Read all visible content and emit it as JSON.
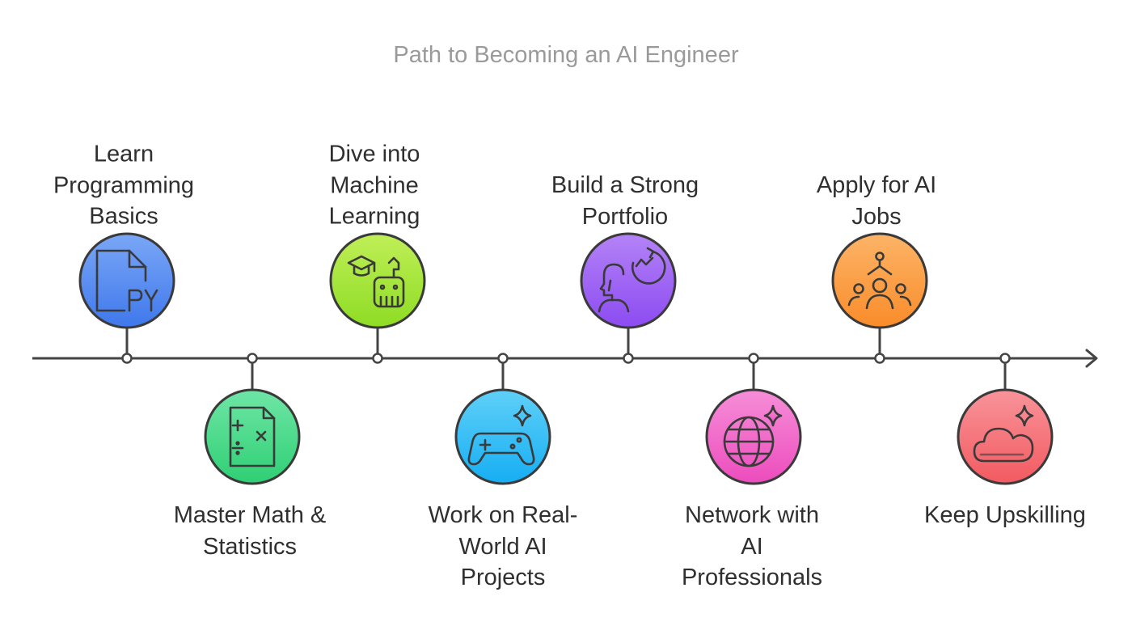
{
  "title": "Path to Becoming an AI Engineer",
  "steps": [
    {
      "label": "Learn\nProgramming\nBasics",
      "position": "top",
      "color": "#4d86f0",
      "icon": "python-file-icon"
    },
    {
      "label": "Master Math &\nStatistics",
      "position": "bottom",
      "color": "#3fd882",
      "icon": "math-operations-document-icon"
    },
    {
      "label": "Dive into\nMachine\nLearning",
      "position": "top",
      "color": "#9ee233",
      "icon": "graduation-cap-robot-icon"
    },
    {
      "label": "Work on Real-\nWorld AI\nProjects",
      "position": "bottom",
      "color": "#27b9f5",
      "icon": "game-controller-sparkle-icon"
    },
    {
      "label": "Build a Strong\nPortfolio",
      "position": "top",
      "color": "#9b5cf4",
      "icon": "person-growth-icon"
    },
    {
      "label": "Network with\nAI\nProfessionals",
      "position": "bottom",
      "color": "#f05fc6",
      "icon": "globe-sparkle-icon"
    },
    {
      "label": "Apply for AI\nJobs",
      "position": "top",
      "color": "#fb9a3a",
      "icon": "team-hierarchy-icon"
    },
    {
      "label": "Keep Upskilling",
      "position": "bottom",
      "color": "#f4676d",
      "icon": "cloud-sparkle-icon"
    }
  ]
}
